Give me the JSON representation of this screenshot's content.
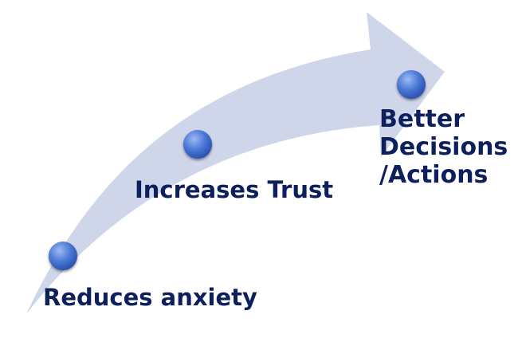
{
  "steps": [
    {
      "label": "Reduces anxiety"
    },
    {
      "label": "Increases Trust"
    },
    {
      "label_lines": [
        "Better",
        "Decisions",
        "/Actions"
      ]
    }
  ],
  "colors": {
    "arrow": "#d0d6ea",
    "marker_light": "#7fa3ec",
    "marker_dark": "#2f5bbd",
    "text": "#0d1f5c"
  }
}
